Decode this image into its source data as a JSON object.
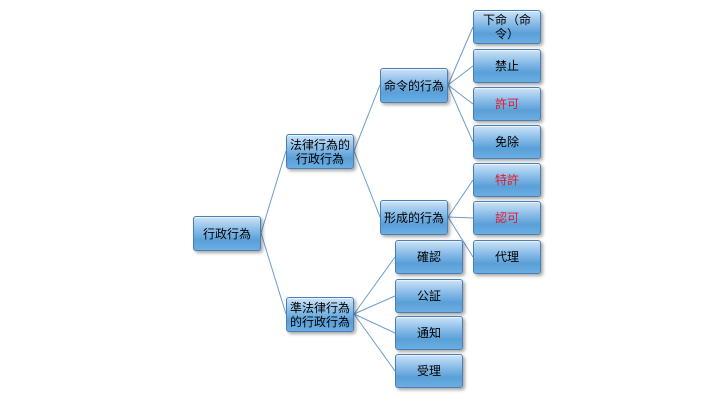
{
  "tree": {
    "root": "行政行為",
    "branch_legal": "法律行為的\n行政行為",
    "branch_quasi": "準法律行為\n的行政行為",
    "sub_command": "命令的行為",
    "sub_formation": "形成的行為",
    "leaf_order": "下命（命令）",
    "leaf_prohibition": "禁止",
    "leaf_permission": "許可",
    "leaf_exemption": "免除",
    "leaf_special_permission": "特許",
    "leaf_authorization": "認可",
    "leaf_agency": "代理",
    "leaf_confirmation": "確認",
    "leaf_certification": "公証",
    "leaf_notification": "通知",
    "leaf_acceptance": "受理"
  },
  "colors": {
    "highlight_text": "#e3192b",
    "connector_line": "#6a9ccf"
  }
}
